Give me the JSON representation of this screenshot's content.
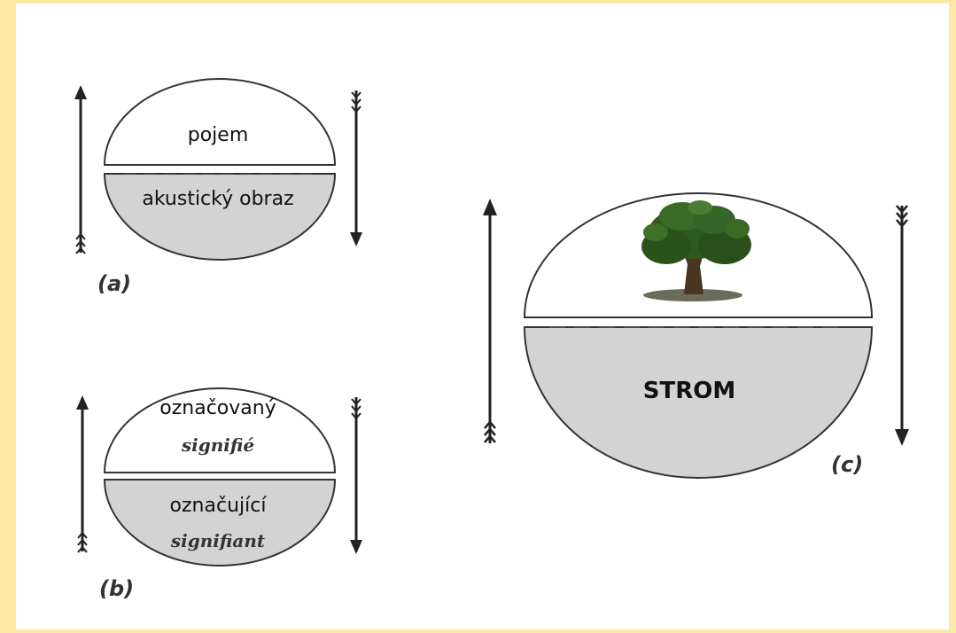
{
  "diagram_a": {
    "top_label": "pojem",
    "bottom_label": "akustický obraz",
    "caption": "(a)"
  },
  "diagram_b": {
    "top_label": "označovaný",
    "top_term": "signifié",
    "bottom_label": "označující",
    "bottom_term": "signifiant",
    "caption": "(b)"
  },
  "diagram_c": {
    "top_image": "tree-icon",
    "bottom_label": "STROM",
    "caption": "(c)"
  },
  "colors": {
    "background_border": "#fde9a6",
    "panel": "#ffffff",
    "lower_half_fill": "#d3d3d3",
    "stroke": "#222222"
  }
}
